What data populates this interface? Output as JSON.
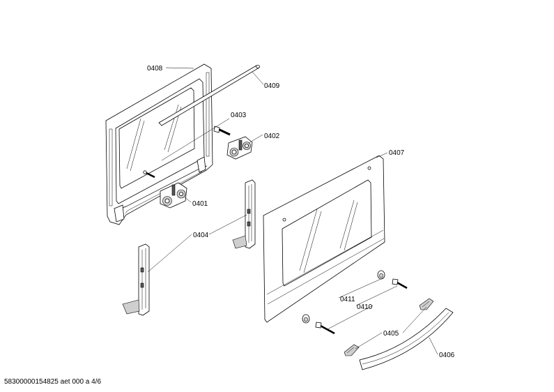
{
  "labels": {
    "p0408": "0408",
    "p0409": "0409",
    "p0403": "0403",
    "p0402": "0402",
    "p0407": "0407",
    "p0401": "0401",
    "p0404": "0404",
    "p0411": "0411",
    "p0410": "0410",
    "p0405": "0405",
    "p0406": "0406"
  },
  "footer": {
    "text": "58300000154825 aet 000 a 4/6"
  }
}
